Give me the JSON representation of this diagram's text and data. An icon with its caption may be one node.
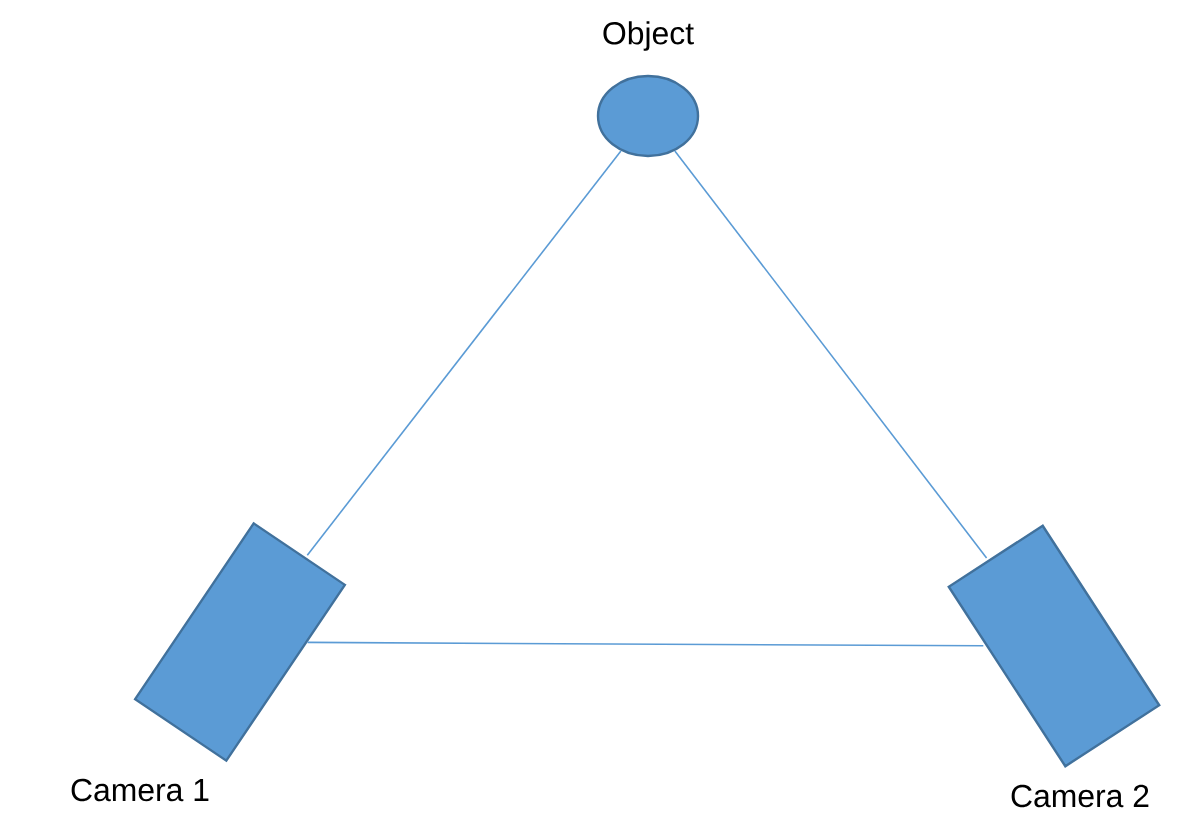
{
  "diagram": {
    "nodes": [
      {
        "text": [
          "Object"
        ]
      },
      {
        "text": [
          "Camera 1"
        ]
      },
      {
        "text": [
          "Camera 2"
        ]
      }
    ],
    "edges": [
      {
        "from": 0,
        "to": 1,
        "arrow": "none"
      },
      {
        "from": 0,
        "to": 2,
        "arrow": "none"
      },
      {
        "from": 1,
        "to": 2,
        "arrow": "none"
      }
    ]
  }
}
